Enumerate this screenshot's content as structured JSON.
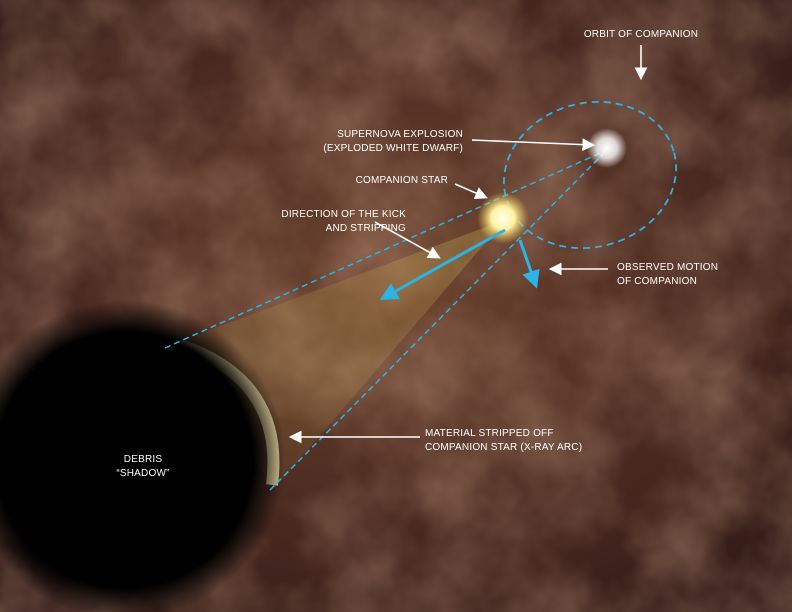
{
  "labels": {
    "orbit": "ORBIT OF COMPANION",
    "supernova_line1": "SUPERNOVA EXPLOSION",
    "supernova_line2": "(EXPLODED WHITE DWARF)",
    "companion": "COMPANION STAR",
    "kick_line1": "DIRECTION OF THE KICK",
    "kick_line2": "AND STRIPPING",
    "motion_line1": "OBSERVED MOTION",
    "motion_line2": "OF COMPANION",
    "material_line1": "MATERIAL STRIPPED OFF",
    "material_line2": "COMPANION STAR (X-RAY ARC)",
    "debris_line1": "DEBRIS",
    "debris_line2": "“SHADOW”"
  },
  "colors": {
    "guide": "#2ab4e8",
    "arrow": "#ffffff",
    "background": "#5a3424"
  }
}
